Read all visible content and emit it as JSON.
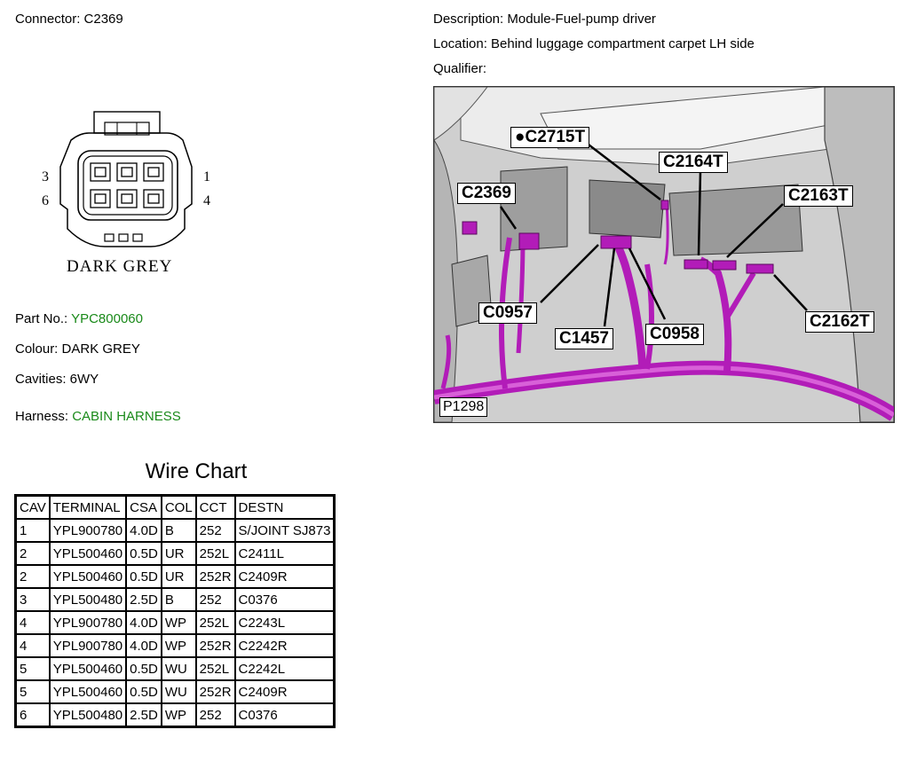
{
  "header": {
    "connector": "Connector: C2369",
    "description": "Description: Module-Fuel-pump driver",
    "location": "Location: Behind luggage compartment carpet LH side",
    "qualifier": "Qualifier:"
  },
  "connector_view": {
    "cavity_labels": [
      "3",
      "1",
      "6",
      "4"
    ],
    "colour_text": "DARK GREY"
  },
  "details": {
    "part_no_label": "Part No.:",
    "part_no_value": "YPC800060",
    "colour": "Colour: DARK GREY",
    "cavities": "Cavities: 6WY",
    "harness_label": "Harness:",
    "harness_value": "CABIN HARNESS"
  },
  "photo_callouts": {
    "c2715t": "●C2715T",
    "c2164t": "C2164T",
    "c2369": "C2369",
    "c2163t": "C2163T",
    "c0957": "C0957",
    "c2162t": "C2162T",
    "c1457": "C1457",
    "c0958": "C0958",
    "p1298": "P1298"
  },
  "colors": {
    "harness": "#b21cb8",
    "harness_light": "#d860d8",
    "link_green": "#1a8a1a"
  },
  "wire_chart": {
    "title": "Wire Chart",
    "headers": [
      "CAV",
      "TERMINAL",
      "CSA",
      "COL",
      "CCT",
      "DESTN"
    ],
    "rows": [
      [
        "1",
        "YPL900780",
        "4.0D",
        "B",
        "252",
        "S/JOINT SJ873"
      ],
      [
        "2",
        "YPL500460",
        "0.5D",
        "UR",
        "252L",
        "C2411L"
      ],
      [
        "2",
        "YPL500460",
        "0.5D",
        "UR",
        "252R",
        "C2409R"
      ],
      [
        "3",
        "YPL500480",
        "2.5D",
        "B",
        "252",
        "C0376"
      ],
      [
        "4",
        "YPL900780",
        "4.0D",
        "WP",
        "252L",
        "C2243L"
      ],
      [
        "4",
        "YPL900780",
        "4.0D",
        "WP",
        "252R",
        "C2242R"
      ],
      [
        "5",
        "YPL500460",
        "0.5D",
        "WU",
        "252L",
        "C2242L"
      ],
      [
        "5",
        "YPL500460",
        "0.5D",
        "WU",
        "252R",
        "C2409R"
      ],
      [
        "6",
        "YPL500480",
        "2.5D",
        "WP",
        "252",
        "C0376"
      ]
    ]
  }
}
